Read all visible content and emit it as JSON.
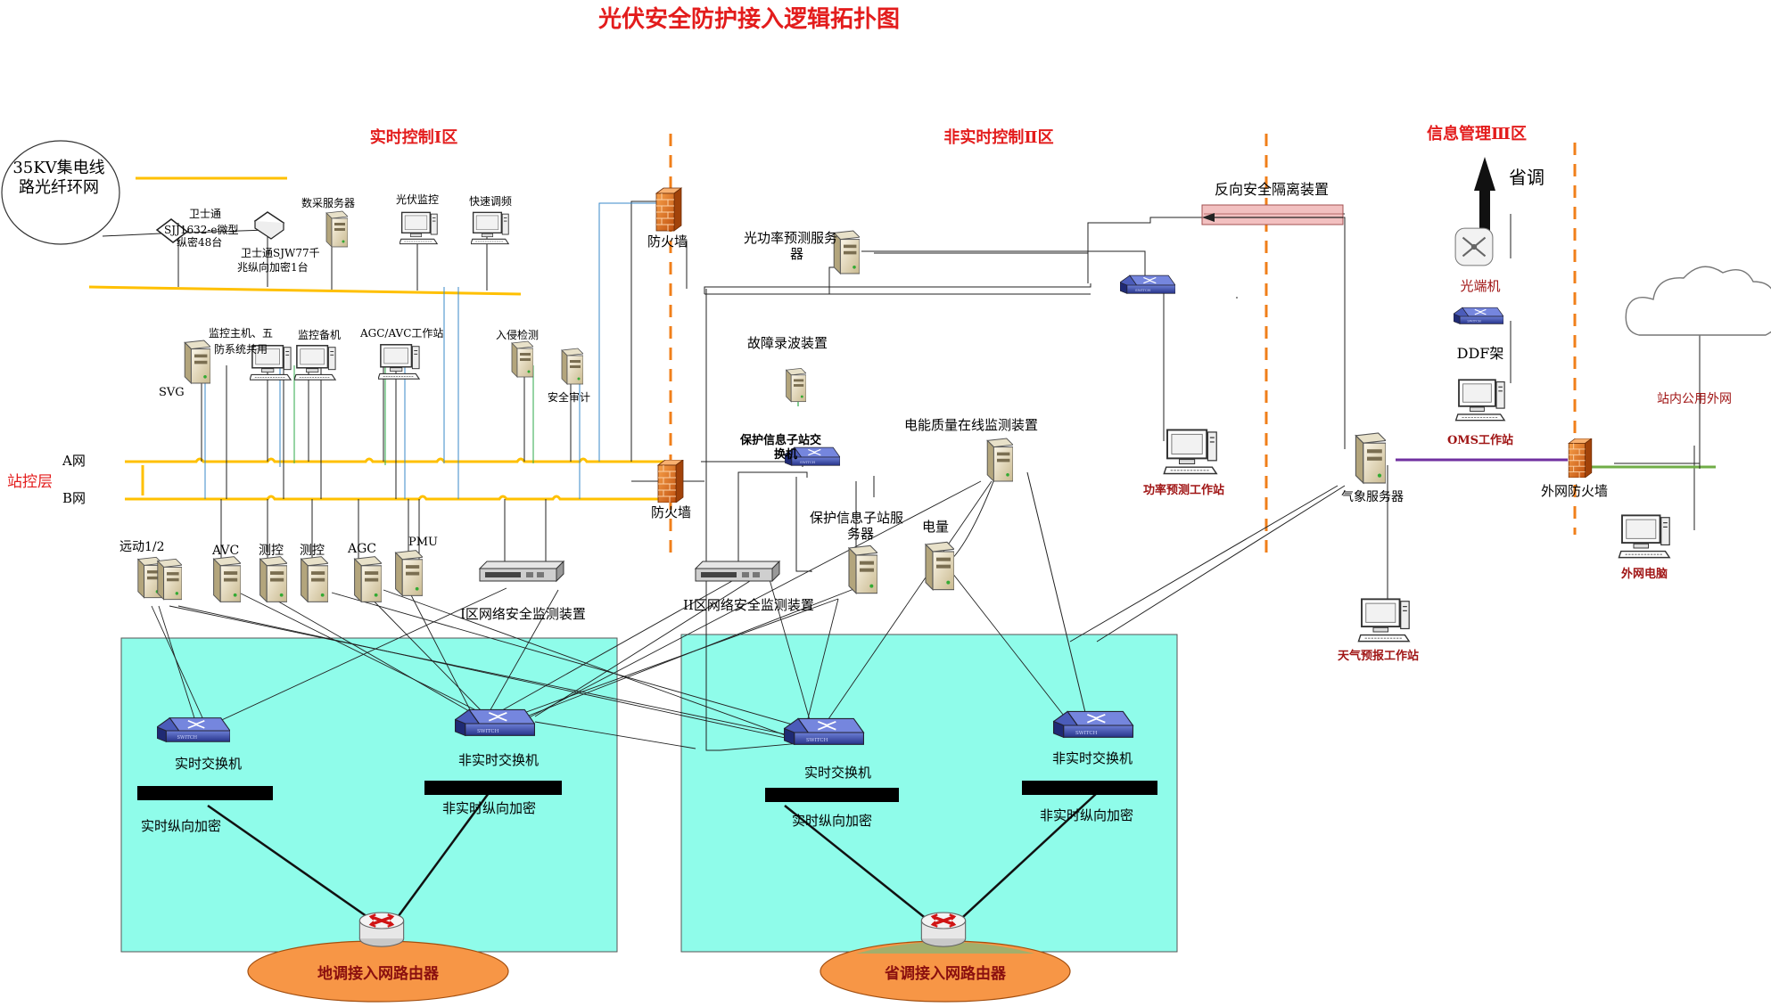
{
  "title": "光伏安全防护接入逻辑拓扑图",
  "zones": {
    "zone1": "实时控制Ⅰ区",
    "zone2": "非实时控制Ⅱ区",
    "zone3": "信息管理Ⅲ区"
  },
  "ring": {
    "line1": "35KV集电线",
    "line2": "路光纤环网"
  },
  "labels": {
    "wst1": "卫士通",
    "wst1b": "SJJ1632-e微型",
    "wst1c": "纵密48台",
    "wst2": "卫士通SJW77千",
    "wst2b": "兆纵向加密1台",
    "data_server": "数采服务器",
    "pv_monitor": "光伏监控",
    "fast_freq": "快速调频",
    "fw1": "防火墙",
    "fw2": "防火墙",
    "pf_server1": "光功率预测服务",
    "pf_server2": "器",
    "reverse_iso": "反向安全隔离装置",
    "info_zone_up": "省调",
    "optical": "光端机",
    "ddf": "DDF架",
    "oms": "OMS工作站",
    "public_net": "站内公用外网",
    "mon_host1": "监控主机、五",
    "mon_host2": "防系统共用",
    "mon_backup": "监控备机",
    "agc_ws": "AGC/AVC工作站",
    "intrusion": "入侵检测",
    "audit": "安全审计",
    "svg": "SVG",
    "fault_rec": "故障录波装置",
    "prot_switch1": "保护信息子站交",
    "prot_switch2": "换机",
    "pq_monitor": "电能质量在线监测装置",
    "pf_ws": "功率预测工作站",
    "weather_server": "气象服务器",
    "ext_fw": "外网防火墙",
    "ext_pc": "外网电脑",
    "weather_ws": "天气预报工作站",
    "a_net": "A网",
    "b_net": "B网",
    "station_layer": "站控层",
    "yd": "远动1/2",
    "avc": "AVC",
    "ck1": "测控",
    "ck2": "测控",
    "agc": "AGC",
    "pmu": "PMU",
    "prot_server1": "保护信息子站服",
    "prot_server2": "务器",
    "energy": "电量",
    "sec_mon1": "I区网络安全监测装置",
    "sec_mon2": "II区网络安全监测装置",
    "rt_switch_l": "实时交换机",
    "nrt_switch_l": "非实时交换机",
    "rt_enc_l": "实时纵向加密",
    "nrt_enc_l": "非实时纵向加密",
    "rt_switch_r": "实时交换机",
    "nrt_switch_r": "非实时交换机",
    "rt_enc_r": "实时纵向加密",
    "nrt_enc_r": "非实时纵向加密",
    "router_l": "地调接入网路由器",
    "router_r": "省调接入网路由器"
  },
  "colors": {
    "title": "#e31c1c",
    "zone_label": "#e31c1c",
    "bus": "#ffc000",
    "panel": "#8ffcea",
    "router_ellipse": "#f79646",
    "dashed": "#f07f1a",
    "dark_red": "#a01515"
  }
}
